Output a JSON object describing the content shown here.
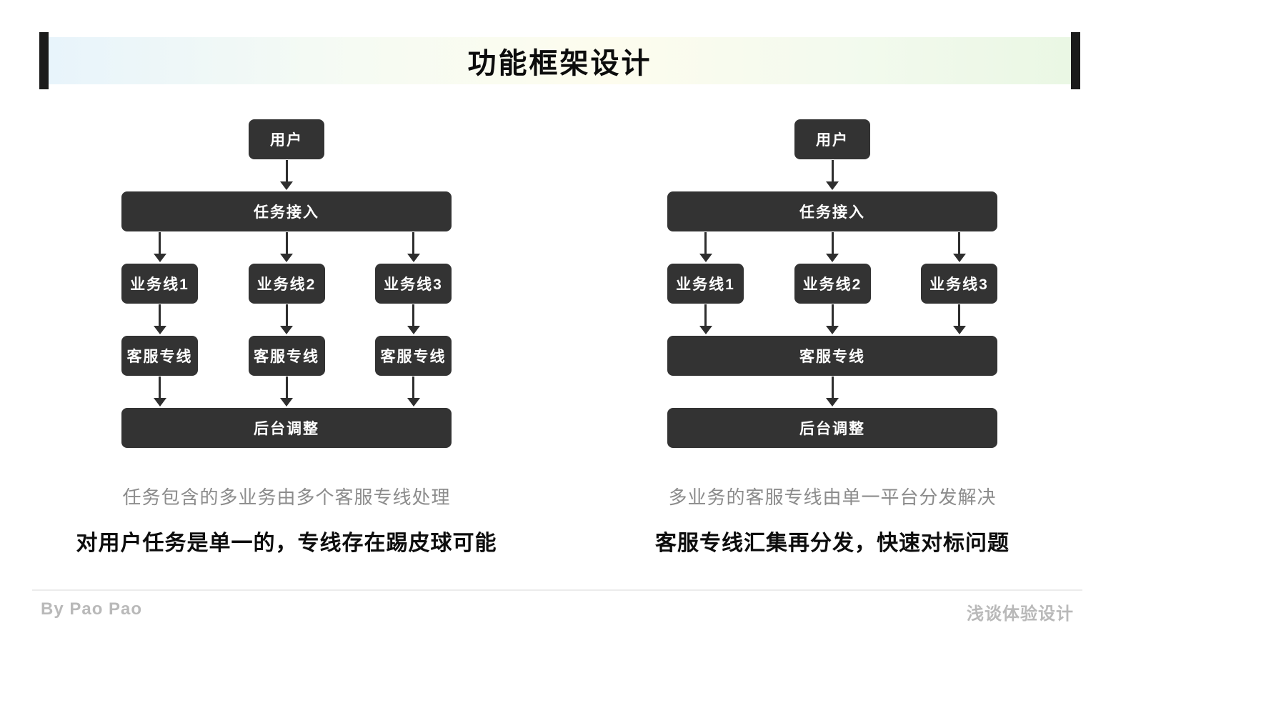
{
  "title": "功能框架设计",
  "diagrams": {
    "left": {
      "user": "用户",
      "task_access": "任务接入",
      "business_lines": [
        "业务线1",
        "业务线2",
        "业务线3"
      ],
      "service_lines": [
        "客服专线",
        "客服专线",
        "客服专线"
      ],
      "backend": "后台调整",
      "caption": "任务包含的多业务由多个客服专线处理",
      "conclusion": "对用户任务是单一的，专线存在踢皮球可能"
    },
    "right": {
      "user": "用户",
      "task_access": "任务接入",
      "business_lines": [
        "业务线1",
        "业务线2",
        "业务线3"
      ],
      "service_line": "客服专线",
      "backend": "后台调整",
      "caption": "多业务的客服专线由单一平台分发解决",
      "conclusion": "客服专线汇集再分发，快速对标问题"
    }
  },
  "footer": {
    "author": "By Pao Pao",
    "brand": "浅谈体验设计"
  },
  "colors": {
    "node_bg": "#333333",
    "node_text": "#ffffff",
    "arrow": "#2e2e2e",
    "caption_gray": "#8c8c8c",
    "conclusion_black": "#0d0d0d",
    "footer_gray": "#b9b9b9",
    "band_gradient_start": "#e8f4fb",
    "band_gradient_mid": "#fdfcee",
    "band_gradient_end": "#eaf7e4"
  }
}
